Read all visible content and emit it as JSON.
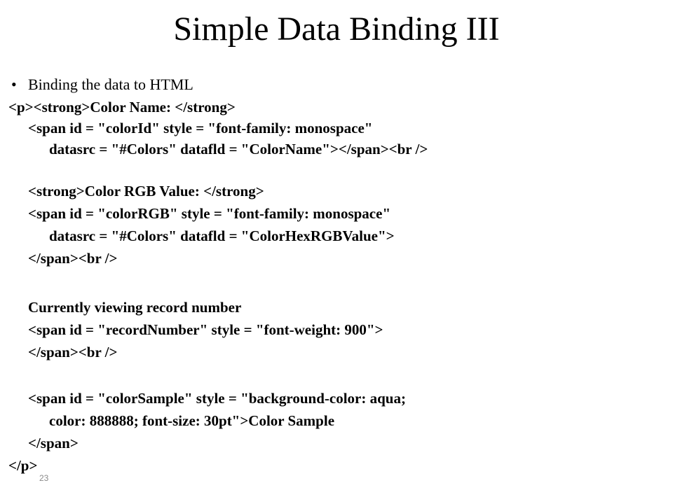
{
  "slide": {
    "title": "Simple Data Binding III",
    "bullet_symbol": "•",
    "bullet_text": "Binding the data to HTML",
    "code_lines": [
      "<p><strong>Color Name: </strong>",
      "<span id = \"colorId\" style = \"font-family: monospace\"",
      "datasrc = \"#Colors\" datafld = \"ColorName\"></span><br />",
      "<strong>Color RGB Value: </strong>",
      "<span id = \"colorRGB\" style = \"font-family: monospace\"",
      "datasrc = \"#Colors\" datafld = \"ColorHexRGBValue\">",
      "</span><br />",
      "Currently viewing record number",
      "<span id = \"recordNumber\" style = \"font-weight: 900\">",
      "</span><br />",
      "<span id = \"colorSample\" style = \"background-color: aqua;",
      "color: 888888; font-size: 30pt\">Color Sample",
      "</span>",
      "</p>"
    ],
    "page_number": "23"
  }
}
